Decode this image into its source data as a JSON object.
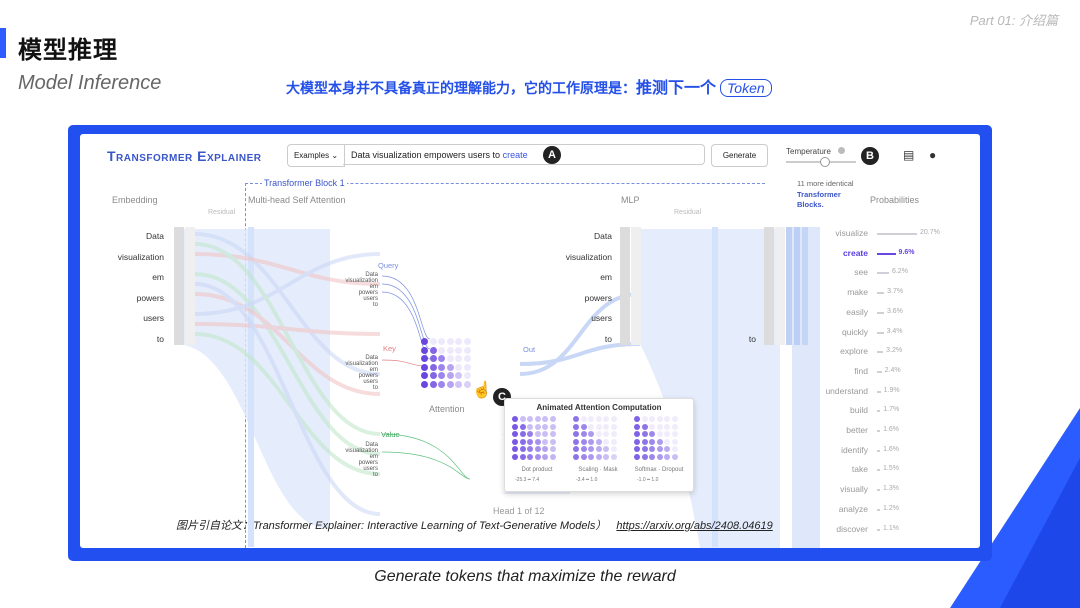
{
  "slide": {
    "part_label": "Part 01:  介绍篇",
    "title_cn": "模型推理",
    "title_en": "Model Inference",
    "subtitle_text": "大模型本身并不具备真正的理解能力，它的工作原理是：",
    "subtitle_emphasis": "推测下一个",
    "subtitle_token": "Token",
    "bottom_caption": "Generate tokens that maximize the reward",
    "citation_text": "图片引自论文：Transformer Explainer: Interactive Learning of Text-Generative Models）",
    "citation_url": "https://arxiv.org/abs/2408.04619",
    "colors": {
      "accent": "#2250f0",
      "text_blue": "#2450e8",
      "purple": "#6a46e0"
    }
  },
  "explainer": {
    "logo": "Transformer Explainer",
    "examples_label": "Examples",
    "examples_icon": "chevron-down-icon",
    "prompt_prefix": "Data visualization empowers users to ",
    "prompt_next_token": "create",
    "generate_label": "Generate",
    "temperature_label": "Temperature",
    "temperature_value": 0.5,
    "badge_a": "A",
    "badge_b": "B",
    "badge_c": "C",
    "icons": [
      "document-icon",
      "github-icon"
    ],
    "sections": {
      "embedding": "Embedding",
      "residual": "Residual",
      "block_title": "Transformer Block 1",
      "attention": "Multi-head Self Attention",
      "mlp": "MLP",
      "mlp_residual": "Residual",
      "more_blocks_1": "11 more identical",
      "more_blocks_2": "Transformer",
      "more_blocks_3": "Blocks.",
      "probabilities": "Probabilities",
      "query": "Query",
      "key": "Key",
      "value": "Value",
      "out": "Out",
      "attention_label": "Attention",
      "head": "Head 1 of 12"
    },
    "tokens": [
      "Data",
      "visualization",
      "em",
      "powers",
      "users",
      "to"
    ],
    "last_token": "to",
    "popup": {
      "title": "Animated Attention Computation",
      "captions": [
        "Dot product",
        "Scaling · Mask",
        "Softmax · Dropout"
      ],
      "ranges": [
        "-25.3",
        "7.4",
        "-3.4",
        "1.0",
        "-1.0",
        "1.0"
      ]
    },
    "probabilities": [
      {
        "word": "visualize",
        "pct": "20.7%",
        "value": 20.7
      },
      {
        "word": "create",
        "pct": "9.6%",
        "value": 9.6,
        "selected": true
      },
      {
        "word": "see",
        "pct": "6.2%",
        "value": 6.2
      },
      {
        "word": "make",
        "pct": "3.7%",
        "value": 3.7
      },
      {
        "word": "easily",
        "pct": "3.6%",
        "value": 3.6
      },
      {
        "word": "quickly",
        "pct": "3.4%",
        "value": 3.4
      },
      {
        "word": "explore",
        "pct": "3.2%",
        "value": 3.2
      },
      {
        "word": "find",
        "pct": "2.4%",
        "value": 2.4
      },
      {
        "word": "understand",
        "pct": "1.9%",
        "value": 1.9
      },
      {
        "word": "build",
        "pct": "1.7%",
        "value": 1.7
      },
      {
        "word": "better",
        "pct": "1.6%",
        "value": 1.6
      },
      {
        "word": "identify",
        "pct": "1.6%",
        "value": 1.6
      },
      {
        "word": "take",
        "pct": "1.5%",
        "value": 1.5
      },
      {
        "word": "visually",
        "pct": "1.3%",
        "value": 1.3
      },
      {
        "word": "analyze",
        "pct": "1.2%",
        "value": 1.2
      },
      {
        "word": "discover",
        "pct": "1.1%",
        "value": 1.1
      }
    ]
  }
}
